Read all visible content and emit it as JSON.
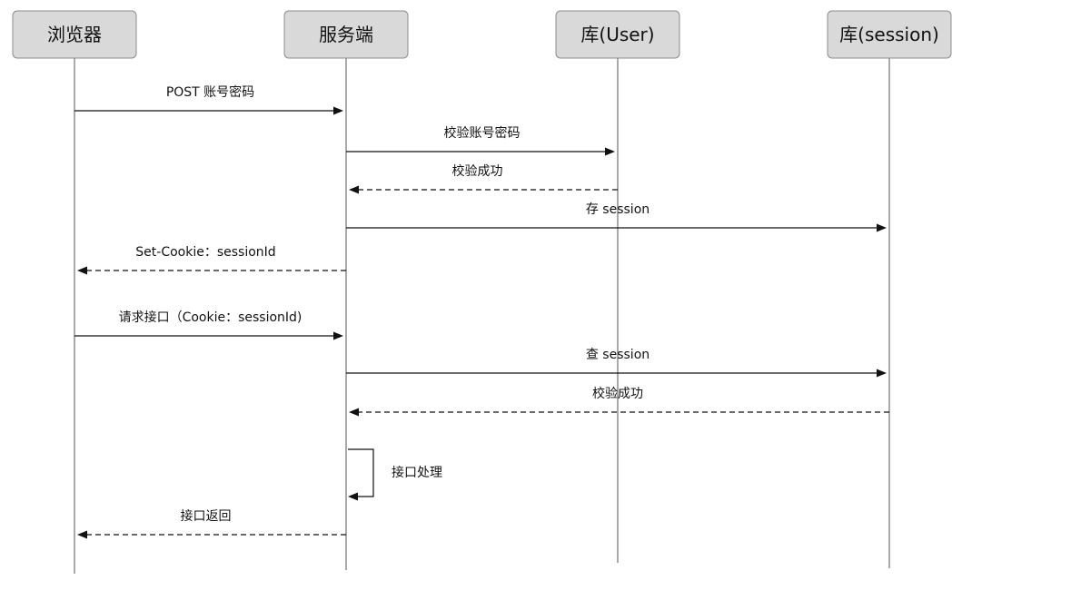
{
  "participants": [
    {
      "id": "browser",
      "label": "浏览器"
    },
    {
      "id": "server",
      "label": "服务端"
    },
    {
      "id": "userdb",
      "label": "库(User)"
    },
    {
      "id": "sessiondb",
      "label": "库(session)"
    }
  ],
  "messages": [
    {
      "from": "browser",
      "to": "server",
      "label": "POST 账号密码",
      "style": "solid"
    },
    {
      "from": "server",
      "to": "userdb",
      "label": "校验账号密码",
      "style": "solid"
    },
    {
      "from": "userdb",
      "to": "server",
      "label": "校验成功",
      "style": "dashed"
    },
    {
      "from": "server",
      "to": "sessiondb",
      "label": "存 session",
      "style": "solid"
    },
    {
      "from": "server",
      "to": "browser",
      "label": "Set-Cookie：sessionId",
      "style": "dashed"
    },
    {
      "from": "browser",
      "to": "server",
      "label": "请求接口（Cookie：sessionId)",
      "style": "solid"
    },
    {
      "from": "server",
      "to": "sessiondb",
      "label": "查 session",
      "style": "solid"
    },
    {
      "from": "sessiondb",
      "to": "server",
      "label": "校验成功",
      "style": "dashed"
    },
    {
      "from": "server",
      "to": "server",
      "label": "接口处理",
      "style": "self"
    },
    {
      "from": "server",
      "to": "browser",
      "label": "接口返回",
      "style": "dashed"
    }
  ]
}
